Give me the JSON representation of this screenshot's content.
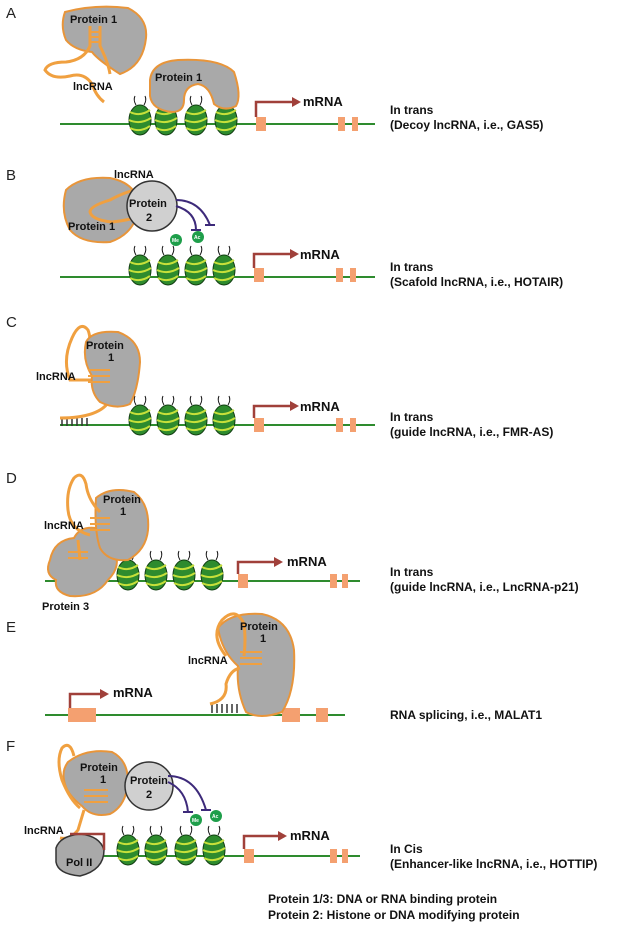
{
  "panels": [
    {
      "letter": "A",
      "caption_line1": "In trans",
      "caption_line2": "(Decoy lncRNA, i.e., GAS5)",
      "labels": {
        "protein1_top": "Protein 1",
        "lncrna": "lncRNA",
        "protein1_dna": "Protein 1",
        "mrna": "mRNA"
      }
    },
    {
      "letter": "B",
      "caption_line1": "In trans",
      "caption_line2": "(Scafold lncRNA, i.e., HOTAIR)",
      "labels": {
        "lncrna": "lncRNA",
        "protein2_a": "Protein",
        "protein2_b": "2",
        "protein1": "Protein 1",
        "me": "Me",
        "ac": "Ac",
        "mrna": "mRNA"
      }
    },
    {
      "letter": "C",
      "caption_line1": "In trans",
      "caption_line2": "(guide lncRNA, i.e., FMR-AS)",
      "labels": {
        "protein1_a": "Protein",
        "protein1_b": "1",
        "lncrna": "lncRNA",
        "mrna": "mRNA"
      }
    },
    {
      "letter": "D",
      "caption_line1": "In trans",
      "caption_line2": "(guide lncRNA, i.e., LncRNA-p21)",
      "labels": {
        "protein1_a": "Protein",
        "protein1_b": "1",
        "lncrna": "lncRNA",
        "protein3": "Protein 3",
        "mrna": "mRNA"
      }
    },
    {
      "letter": "E",
      "caption_line1": "RNA splicing, i.e., MALAT1",
      "caption_line2": "",
      "labels": {
        "protein1_a": "Protein",
        "protein1_b": "1",
        "lncrna": "lncRNA",
        "mrna": "mRNA"
      }
    },
    {
      "letter": "F",
      "caption_line1": "In Cis",
      "caption_line2": "(Enhancer-like lncRNA, i.e., HOTTIP)",
      "labels": {
        "protein1_a": "Protein",
        "protein1_b": "1",
        "protein2_a": "Protein",
        "protein2_b": "2",
        "lncrna": "lncRNA",
        "polii": "Pol II",
        "me": "Me",
        "ac": "Ac",
        "mrna": "mRNA"
      }
    }
  ],
  "legend": {
    "line1": "Protein 1/3: DNA or RNA binding protein",
    "line2": "Protein 2: Histone or DNA modifying protein"
  },
  "colors": {
    "dna": "#2e8b2e",
    "lncrna": "#f0a040",
    "protein": "#a9a9a9",
    "protein_outline": "#e8953a",
    "exon": "#f4a070",
    "arrow": "#a0403a",
    "inhibitor": "#3d2a7a",
    "mark": "#1e9e4a"
  }
}
